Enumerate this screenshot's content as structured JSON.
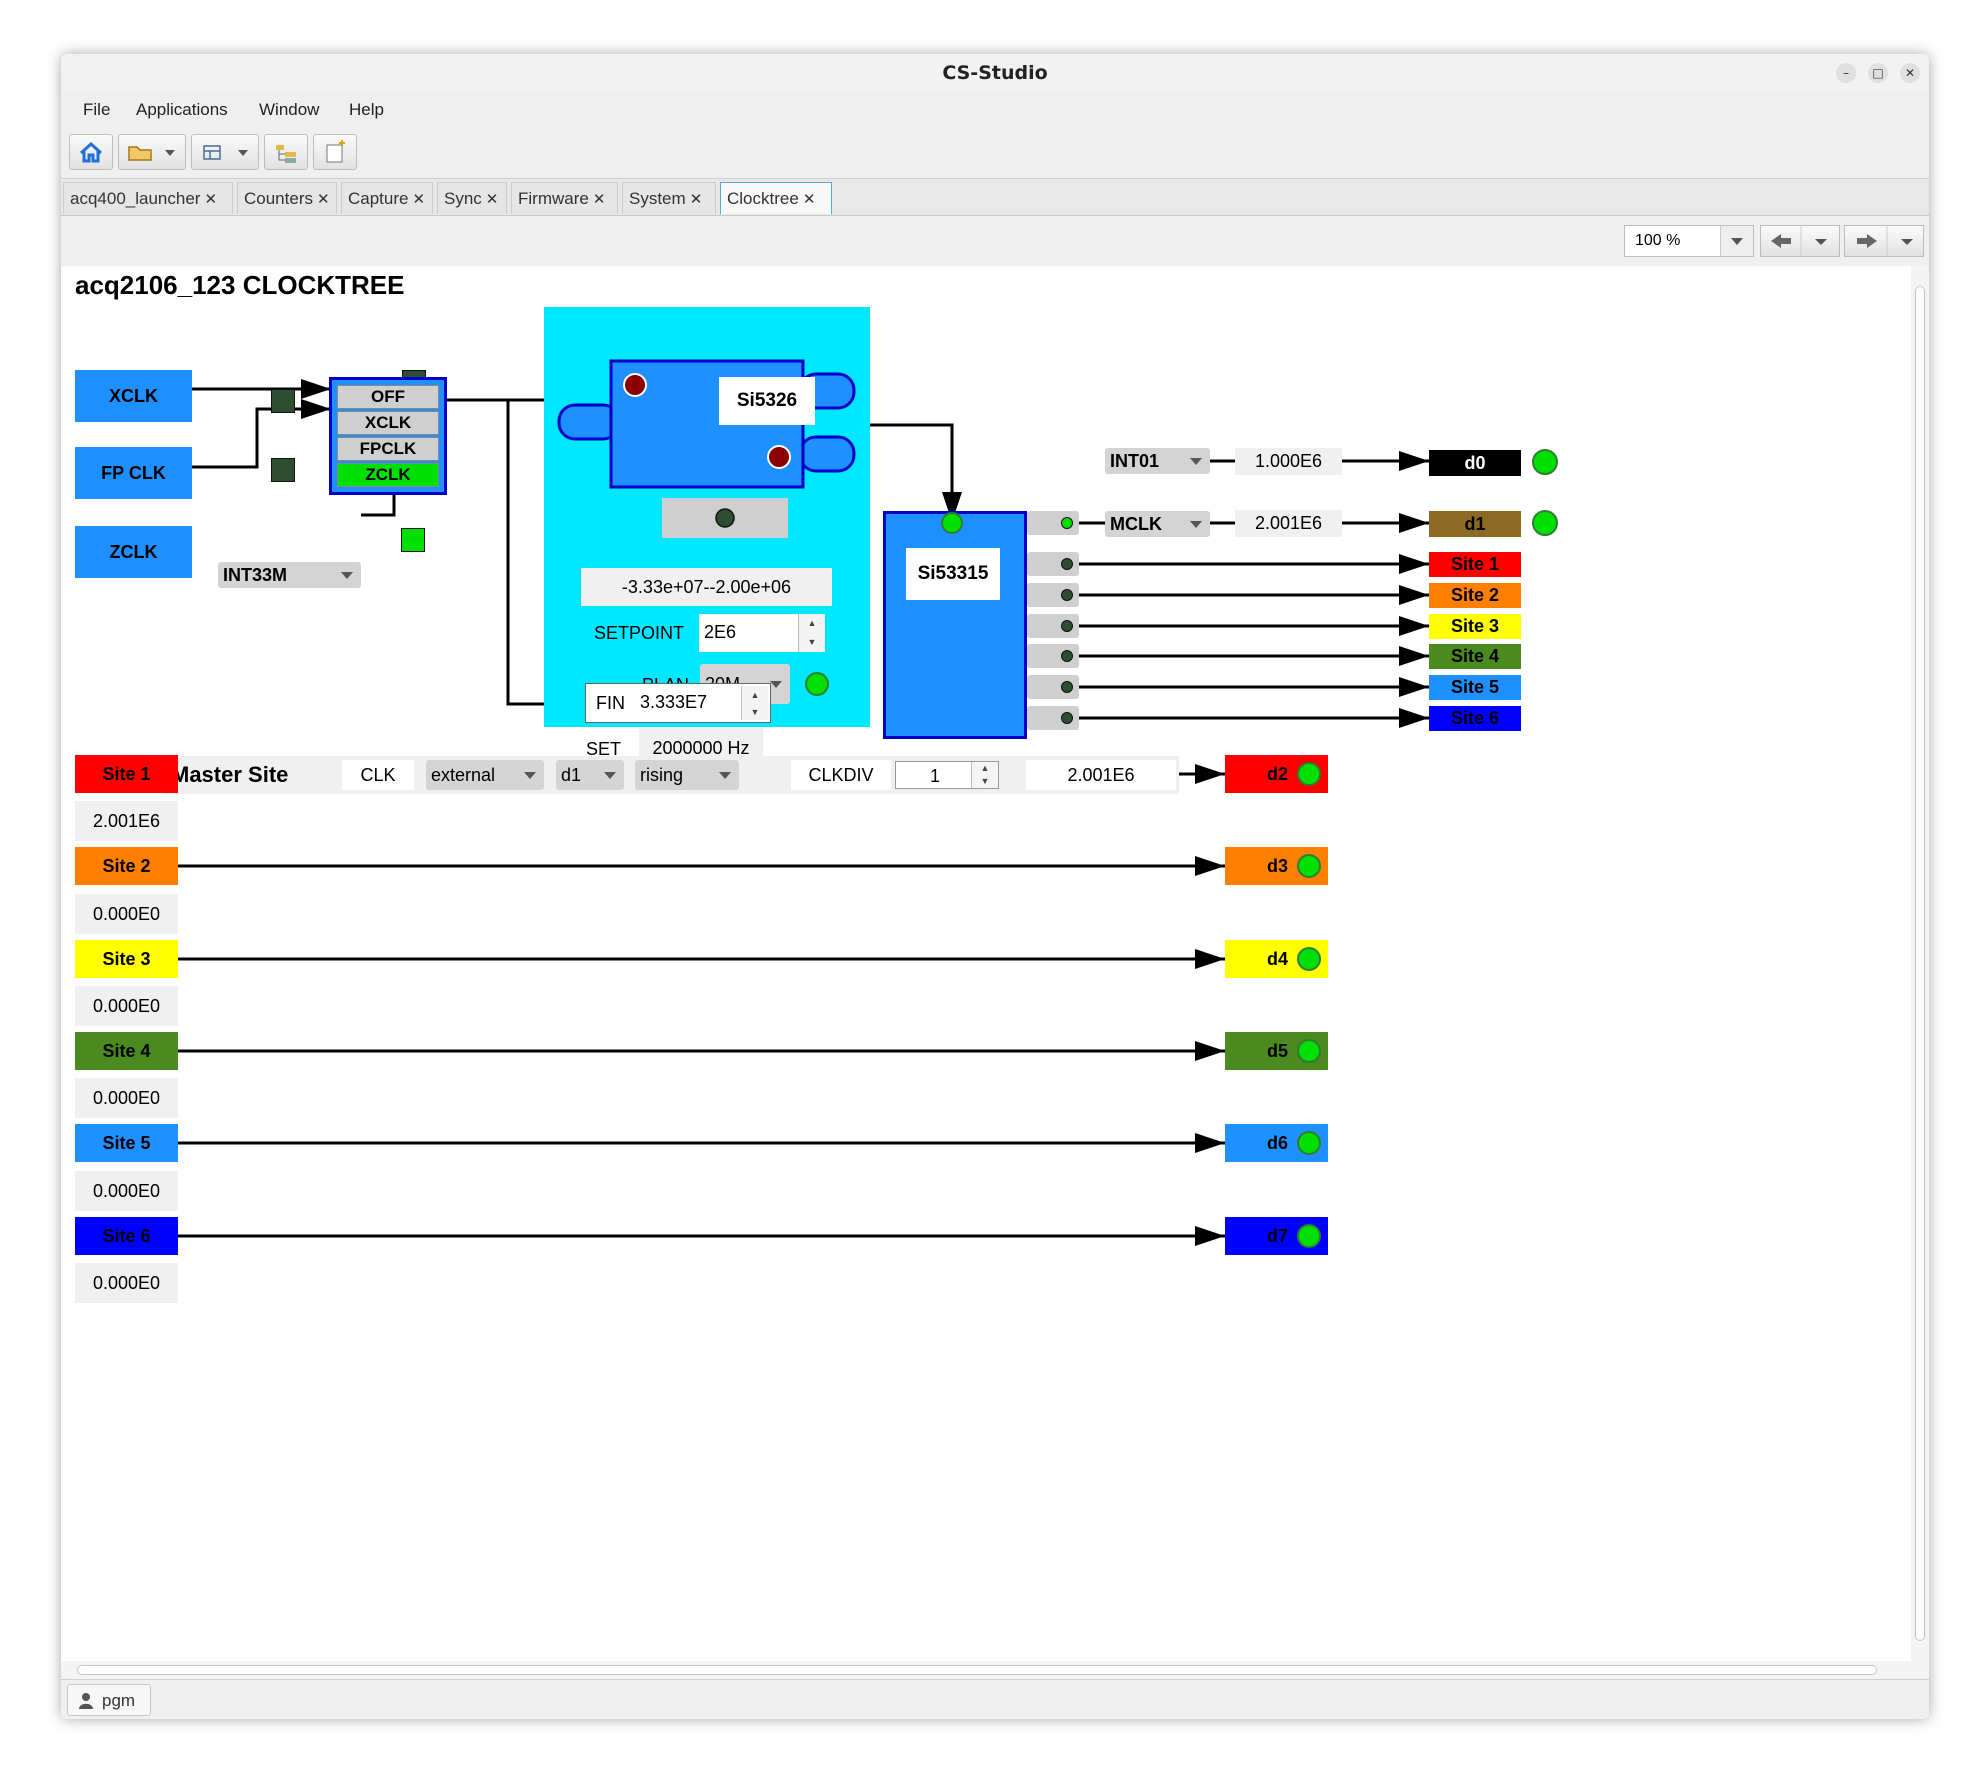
{
  "window": {
    "title": "CS-Studio"
  },
  "menu": [
    "File",
    "Applications",
    "Window",
    "Help"
  ],
  "tabs": [
    {
      "label": "acq400_launcher"
    },
    {
      "label": "Counters"
    },
    {
      "label": "Capture"
    },
    {
      "label": "Sync"
    },
    {
      "label": "Firmware"
    },
    {
      "label": "System"
    },
    {
      "label": "Clocktree"
    }
  ],
  "active_tab": "Clocktree",
  "zoom": "100 %",
  "status": {
    "user": "pgm"
  },
  "display": {
    "title": "acq2106_123 CLOCKTREE",
    "inputs": {
      "xclk": "XCLK",
      "fpclk": "FP CLK",
      "zclk": "ZCLK"
    },
    "zclk_select": "INT33M",
    "mux": {
      "options": [
        "OFF",
        "XCLK",
        "FPCLK",
        "ZCLK"
      ],
      "selected": "ZCLK"
    },
    "si5326": {
      "label": "Si5326",
      "readout": "-3.33e+07--2.00e+06",
      "setpoint_label": "SETPOINT",
      "setpoint": "2E6",
      "plan_label": "PLAN",
      "plan": "20M"
    },
    "set_label": "SET",
    "set_value": "2000000 Hz",
    "fin_label": "FIN",
    "fin_value": "3.333E7",
    "si53315": {
      "label": "Si53315"
    },
    "int01": {
      "select": "INT01",
      "value": "1.000E6",
      "out": "d0"
    },
    "mclk": {
      "select": "MCLK",
      "value": "2.001E6",
      "out": "d1"
    },
    "fanout_sites": [
      "Site 1",
      "Site 2",
      "Site 3",
      "Site 4",
      "Site 5",
      "Site 6"
    ],
    "master": {
      "label": "Master Site",
      "clk_label": "CLK",
      "source": "external",
      "dline": "d1",
      "edge": "rising",
      "clkdiv_label": "CLKDIV",
      "clkdiv": "1",
      "freq": "2.001E6"
    },
    "sites": [
      {
        "name": "Site 1",
        "value": "2.001E6",
        "out": "d2"
      },
      {
        "name": "Site 2",
        "value": "0.000E0",
        "out": "d3"
      },
      {
        "name": "Site 3",
        "value": "0.000E0",
        "out": "d4"
      },
      {
        "name": "Site 4",
        "value": "0.000E0",
        "out": "d5"
      },
      {
        "name": "Site 5",
        "value": "0.000E0",
        "out": "d6"
      },
      {
        "name": "Site 6",
        "value": "0.000E0",
        "out": "d7"
      }
    ]
  },
  "colors": {
    "site1": "#ff0000",
    "site2": "#ff8000",
    "site3": "#ffff00",
    "site4": "#4a8a1e",
    "site5": "#1e90ff",
    "site6": "#0000ff",
    "block_blue": "#1e90ff",
    "cyan": "#00e8ff",
    "led_on": "#00e000",
    "d0": "#000000",
    "d1": "#8b6b24"
  }
}
